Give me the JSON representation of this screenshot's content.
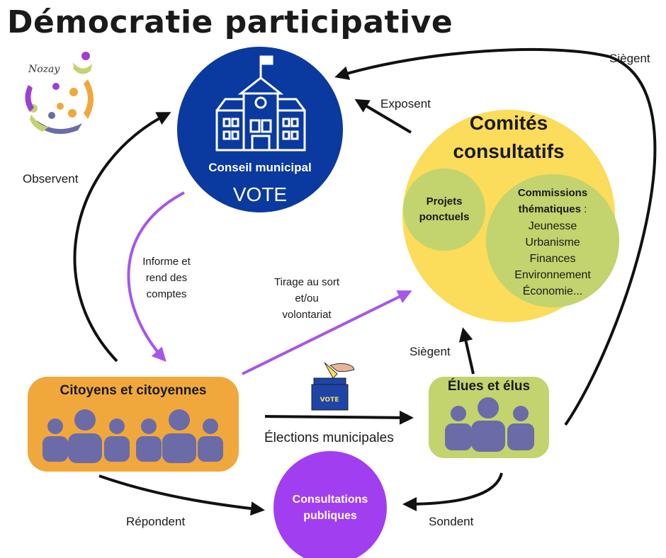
{
  "title": "Démocratie participative",
  "logo_text": "Nozay",
  "colors": {
    "council": "#0a3a9f",
    "committees": "#fbdc5b",
    "green": "#c3d36e",
    "citizens": "#f0a83c",
    "consult": "#a13ff0",
    "purple_arrow": "#a656e8",
    "people": "#6b6ba8"
  },
  "nodes": {
    "council": {
      "name": "Conseil municipal",
      "vote": "VOTE",
      "icon": "town-hall-icon"
    },
    "committees": {
      "title_line1": "Comités",
      "title_line2": "consultatifs",
      "projects_line1": "Projets",
      "projects_line2": "ponctuels",
      "commissions_title_line1": "Commissions",
      "commissions_title_line2": "thématiques",
      "commissions_colon": " :",
      "themes": [
        "Jeunesse",
        "Urbanisme",
        "Finances",
        "Environnement",
        "Économie..."
      ]
    },
    "citizens": {
      "name": "Citoyens et citoyennes",
      "icon": "people-group-icon"
    },
    "elected": {
      "name": "Élues et élus",
      "icon": "people-group-icon"
    },
    "consultations": {
      "line1": "Consultations",
      "line2": "publiques"
    },
    "ballot_box": {
      "label": "VOTE",
      "icon": "ballot-box-icon"
    }
  },
  "edges": {
    "observent": "Observent",
    "exposent": "Exposent",
    "siegent_top": "Siègent",
    "siegent_mid": "Siègent",
    "informe": [
      "Informe et",
      "rend des",
      "comptes"
    ],
    "tirage": [
      "Tirage au sort",
      "et/ou",
      "volontariat"
    ],
    "elections": "Élections municipales",
    "repondent": "Répondent",
    "sondent": "Sondent"
  }
}
